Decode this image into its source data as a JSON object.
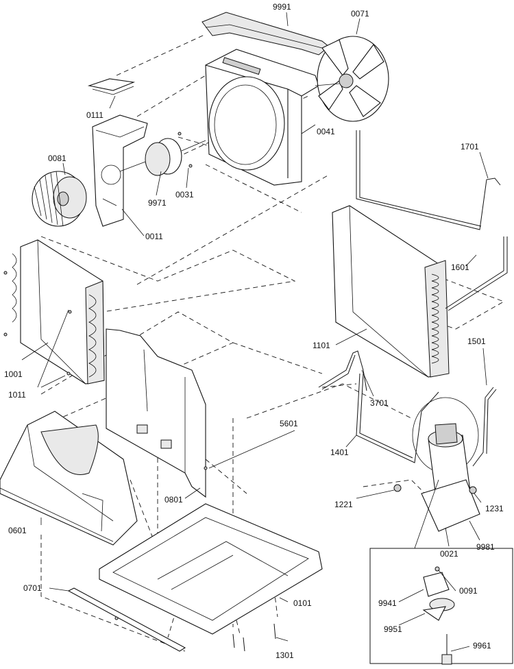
{
  "labels": {
    "p9991": "9991",
    "p0071": "0071",
    "p0111": "0111",
    "p0081": "0081",
    "p0041": "0041",
    "p1701": "1701",
    "p9971": "9971",
    "p0031": "0031",
    "p0011": "0011",
    "p1601": "1601",
    "p1001": "1001",
    "p1011": "1011",
    "p1101": "1101",
    "p1501": "1501",
    "p3701": "3701",
    "p5601": "5601",
    "p1401": "1401",
    "p1221": "1221",
    "p1231": "1231",
    "p0801": "0801",
    "p0601": "0601",
    "p0021": "0021",
    "p9981": "9981",
    "p0701": "0701",
    "p0091": "0091",
    "p9941": "9941",
    "p0101": "0101",
    "p9951": "9951",
    "p9961": "9961",
    "p1301": "1301"
  }
}
